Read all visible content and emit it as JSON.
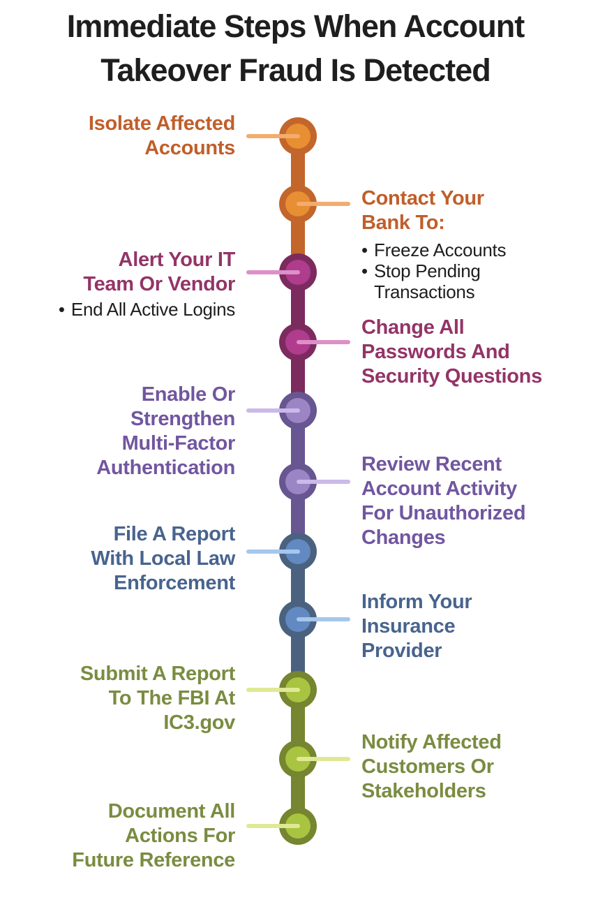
{
  "title": {
    "text": "Immediate Steps When Account\nTakeover Fraud Is Detected"
  },
  "bullet_glyph": "•",
  "palette": {
    "orange": {
      "text": "#C15E2A",
      "node_outer": "#C2662B",
      "node_inner": "#E88E33",
      "connector": "#F3AC6E"
    },
    "magenta": {
      "text": "#933467",
      "node_outer": "#7C2B5E",
      "node_inner": "#B03C8D",
      "connector": "#DD90C7"
    },
    "purple": {
      "text": "#7156A0",
      "node_outer": "#675691",
      "node_inner": "#9C85C4",
      "connector": "#CBB9E9"
    },
    "blue": {
      "text": "#48648E",
      "node_outer": "#4A6280",
      "node_inner": "#6289C1",
      "connector": "#A5C7ED"
    },
    "olive": {
      "text": "#7A8C41",
      "node_outer": "#76852F",
      "node_inner": "#A9C440",
      "connector": "#DFE995"
    },
    "title_text": "#1E1E1E",
    "bullet_text": "#1E1E1E"
  },
  "steps": [
    {
      "heading": "Isolate Affected\nAccounts",
      "side": "left",
      "color": "orange",
      "bullets": []
    },
    {
      "heading": "Contact Your\nBank To:",
      "side": "right",
      "color": "orange",
      "bullets": [
        "Freeze Accounts",
        "Stop Pending\nTransactions"
      ]
    },
    {
      "heading": "Alert Your IT\nTeam Or Vendor",
      "side": "left",
      "color": "magenta",
      "bullets": [
        "End All Active Logins"
      ]
    },
    {
      "heading": "Change All\nPasswords And\nSecurity Questions",
      "side": "right",
      "color": "magenta",
      "bullets": []
    },
    {
      "heading": "Enable Or\nStrengthen\nMulti-Factor\nAuthentication",
      "side": "left",
      "color": "purple",
      "bullets": []
    },
    {
      "heading": "Review Recent\nAccount Activity\nFor Unauthorized\nChanges",
      "side": "right",
      "color": "purple",
      "bullets": []
    },
    {
      "heading": "File A Report\nWith Local Law\nEnforcement",
      "side": "left",
      "color": "blue",
      "bullets": []
    },
    {
      "heading": "Inform Your\nInsurance\nProvider",
      "side": "right",
      "color": "blue",
      "bullets": []
    },
    {
      "heading": "Submit A Report\nTo The FBI At\nIC3.gov",
      "side": "left",
      "color": "olive",
      "bullets": []
    },
    {
      "heading": "Notify Affected\nCustomers Or\nStakeholders",
      "side": "right",
      "color": "olive",
      "bullets": []
    },
    {
      "heading": "Document All\nActions For\nFuture Reference",
      "side": "left",
      "color": "olive",
      "bullets": []
    }
  ]
}
